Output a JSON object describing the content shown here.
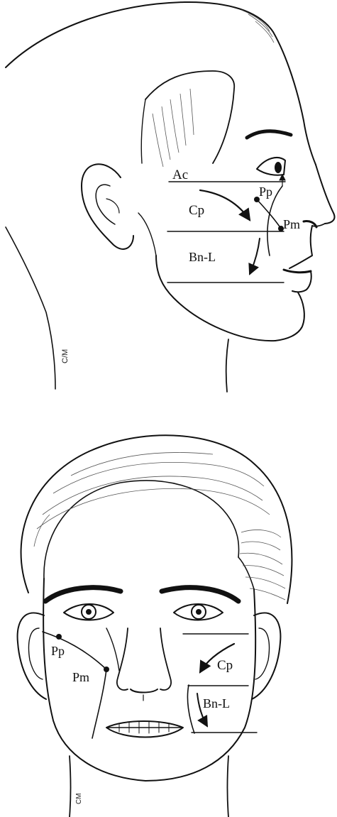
{
  "profile_view": {
    "labels": {
      "ac": "Ac",
      "pp": "Pp",
      "pm": "Pm",
      "cp": "Cp",
      "bnl": "Bn-L"
    },
    "signature": "C/M"
  },
  "frontal_view": {
    "labels": {
      "pp": "Pp",
      "pm": "Pm",
      "cp": "Cp",
      "bnl": "Bn-L"
    },
    "signature": "CM"
  }
}
